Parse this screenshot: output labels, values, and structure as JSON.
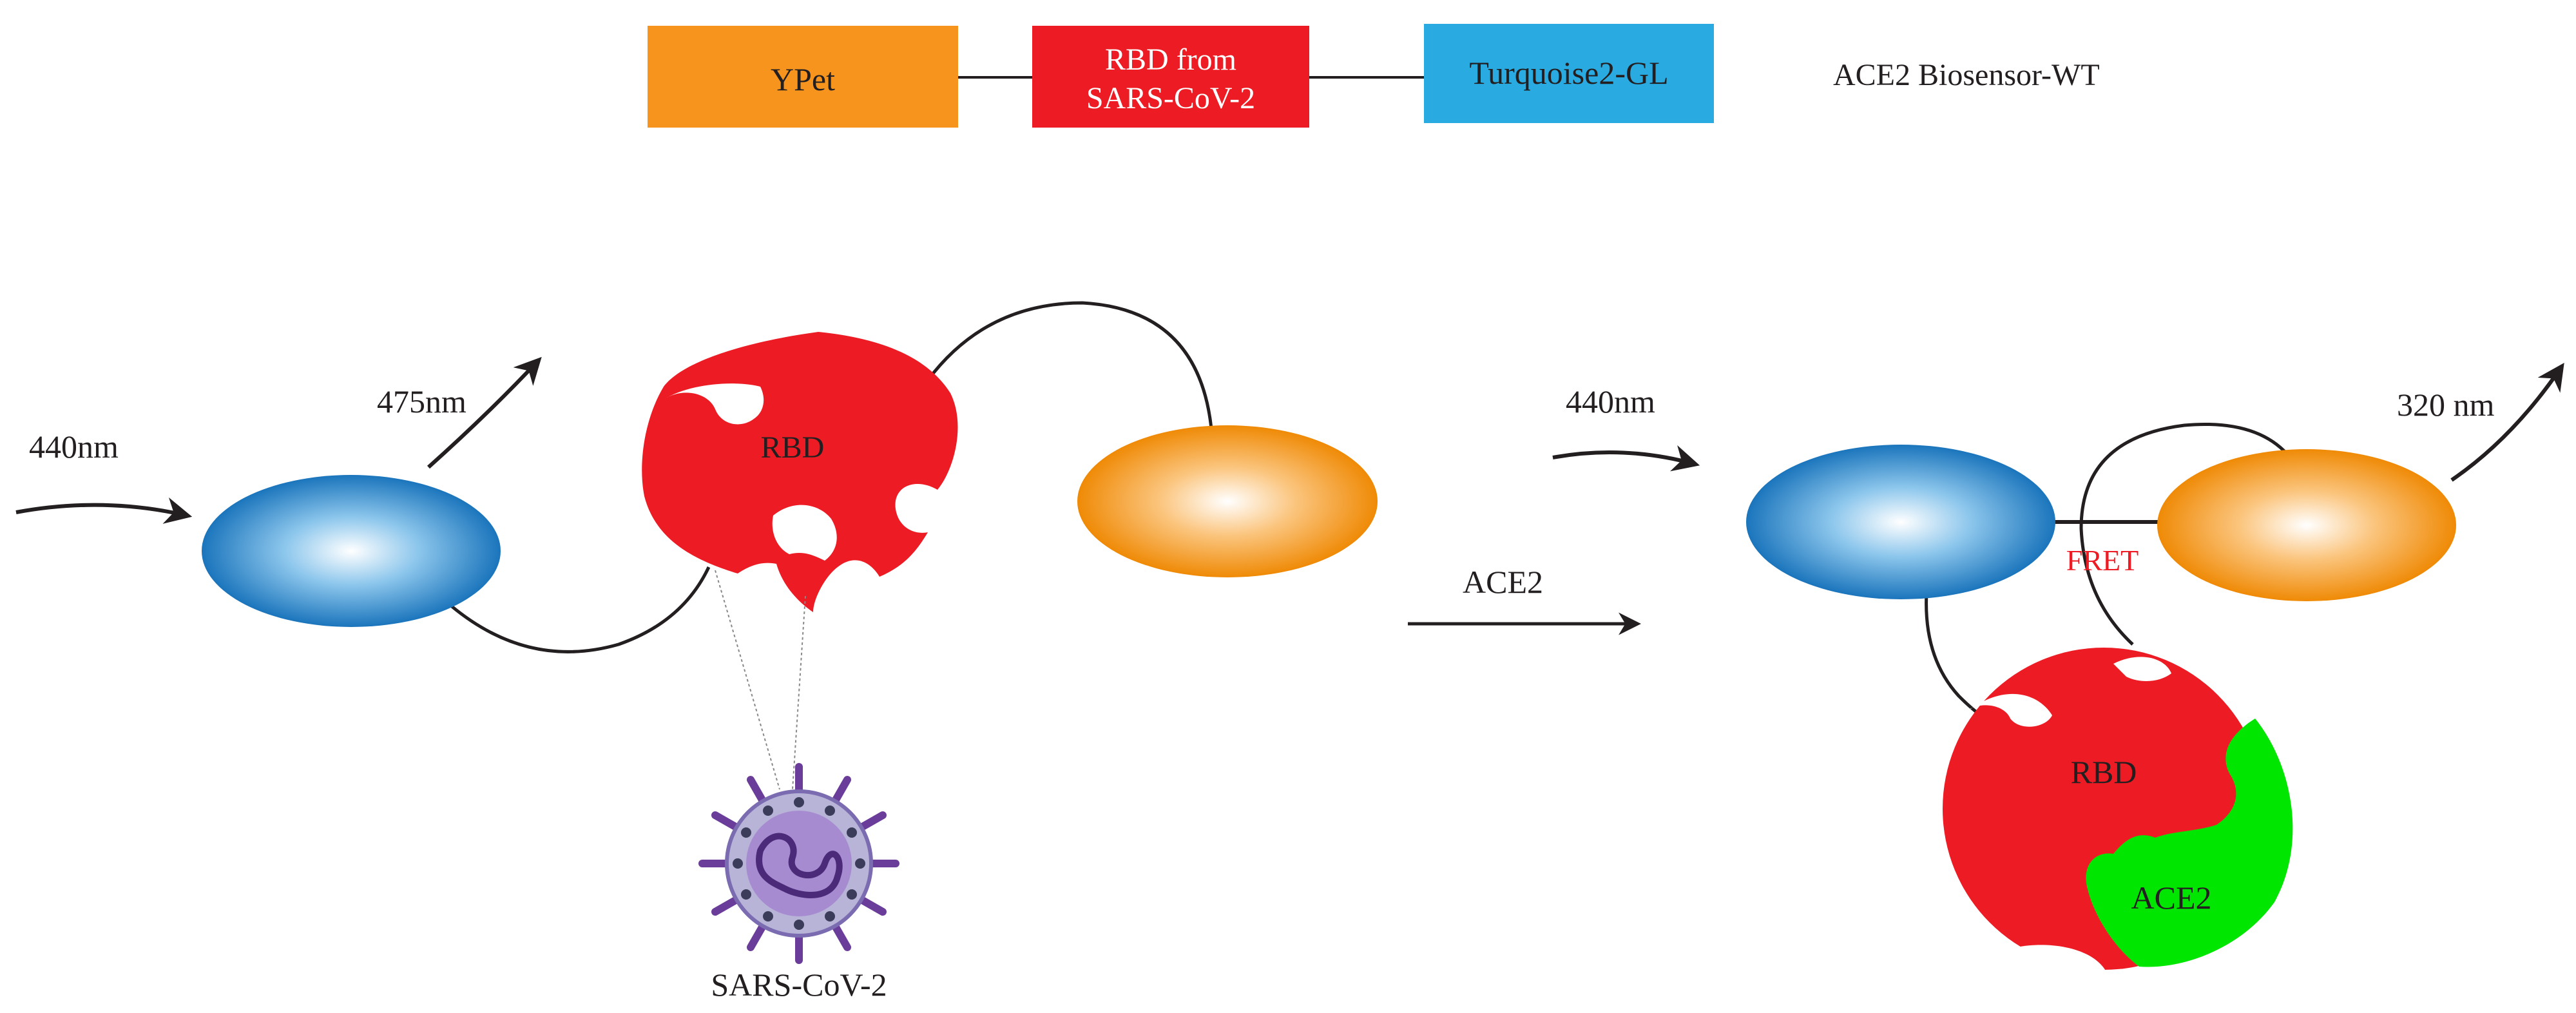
{
  "construct": {
    "boxes": [
      {
        "label_lines": [
          "YPet"
        ],
        "color": "#F7941D"
      },
      {
        "label_lines": [
          "RBD from",
          "SARS-CoV-2"
        ],
        "color": "#ED1C24"
      },
      {
        "label_lines": [
          "Turquoise2-GL"
        ],
        "color": "#29ABE2"
      }
    ],
    "title": "ACE2 Biosensor-WT"
  },
  "left_state": {
    "excitation_label": "440nm",
    "emission_label": "475nm",
    "rbd_label": "RBD",
    "virus_label": "SARS-CoV-2"
  },
  "transition": {
    "label": "ACE2"
  },
  "right_state": {
    "excitation_label": "440nm",
    "emission_label": "320 nm",
    "fret_label": "FRET",
    "rbd_label": "RBD",
    "ace2_label": "ACE2"
  },
  "colors": {
    "ypet": "#F7941D",
    "rbd": "#ED1C24",
    "turquoise": "#29ABE2",
    "ace2": "#00E600",
    "fret_text": "#ED1C24",
    "blue_fluorophore": "#1B75BC",
    "orange_fluorophore": "#F7941D",
    "virus": "#6A3D9A"
  }
}
